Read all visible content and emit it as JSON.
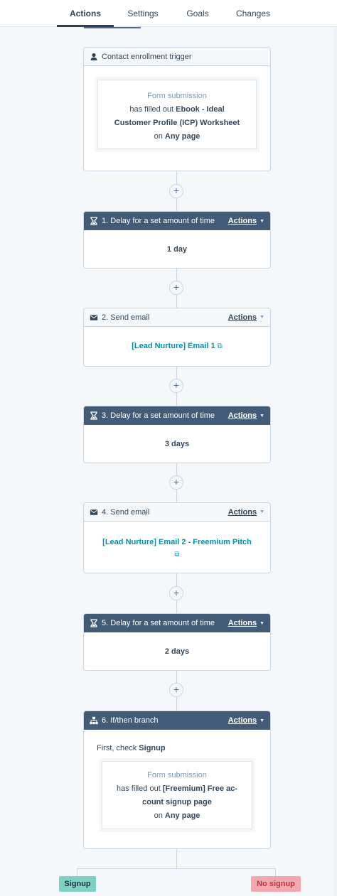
{
  "tabs": [
    {
      "label": "Actions",
      "active": true
    },
    {
      "label": "Settings",
      "active": false
    },
    {
      "label": "Goals",
      "active": false
    },
    {
      "label": "Changes",
      "active": false
    }
  ],
  "trigger": {
    "icon": "person-icon",
    "title": "Contact enrollment trigger",
    "criteria_type": "Form submission",
    "line1_prefix": "has filled out ",
    "form_name_a": "Ebook - Ideal",
    "form_name_b": "Customer Profile (ICP) Worksheet",
    "on_prefix": "on ",
    "page": "Any page"
  },
  "add_action_label": "+",
  "actions_label": "Actions",
  "steps": [
    {
      "number": "1.",
      "title": "Delay for a set amount of time",
      "icon": "hourglass-icon",
      "value": "1 day"
    },
    {
      "number": "2.",
      "title": "Send email",
      "icon": "envelope-icon",
      "value": "[Lead Nurture] Email 1"
    },
    {
      "number": "3.",
      "title": "Delay for a set amount of time",
      "icon": "hourglass-icon",
      "value": "3 days"
    },
    {
      "number": "4.",
      "title": "Send email",
      "icon": "envelope-icon",
      "value_a": "[Lead Nurture] Email 2 - Freemium Pitch"
    },
    {
      "number": "5.",
      "title": "Delay for a set amount of time",
      "icon": "hourglass-icon",
      "value": "2 days"
    },
    {
      "number": "6.",
      "title": "If/then branch",
      "icon": "branch-icon",
      "check_prefix": "First, check ",
      "check_name": "Signup",
      "criteria_type": "Form submission",
      "line1_prefix": "has filled out ",
      "form_name_a": "[Freemium] Free ac-",
      "form_name_b": "count signup page",
      "on_prefix": "on ",
      "page": "Any page"
    }
  ],
  "branches": [
    {
      "label": "Signup",
      "color": "#7fd1c4"
    },
    {
      "label": "No signup",
      "color": "#f2a8ad"
    }
  ],
  "colors": {
    "dark_header": "#425b76",
    "link": "#0091ae",
    "background": "#f5f8fa"
  }
}
